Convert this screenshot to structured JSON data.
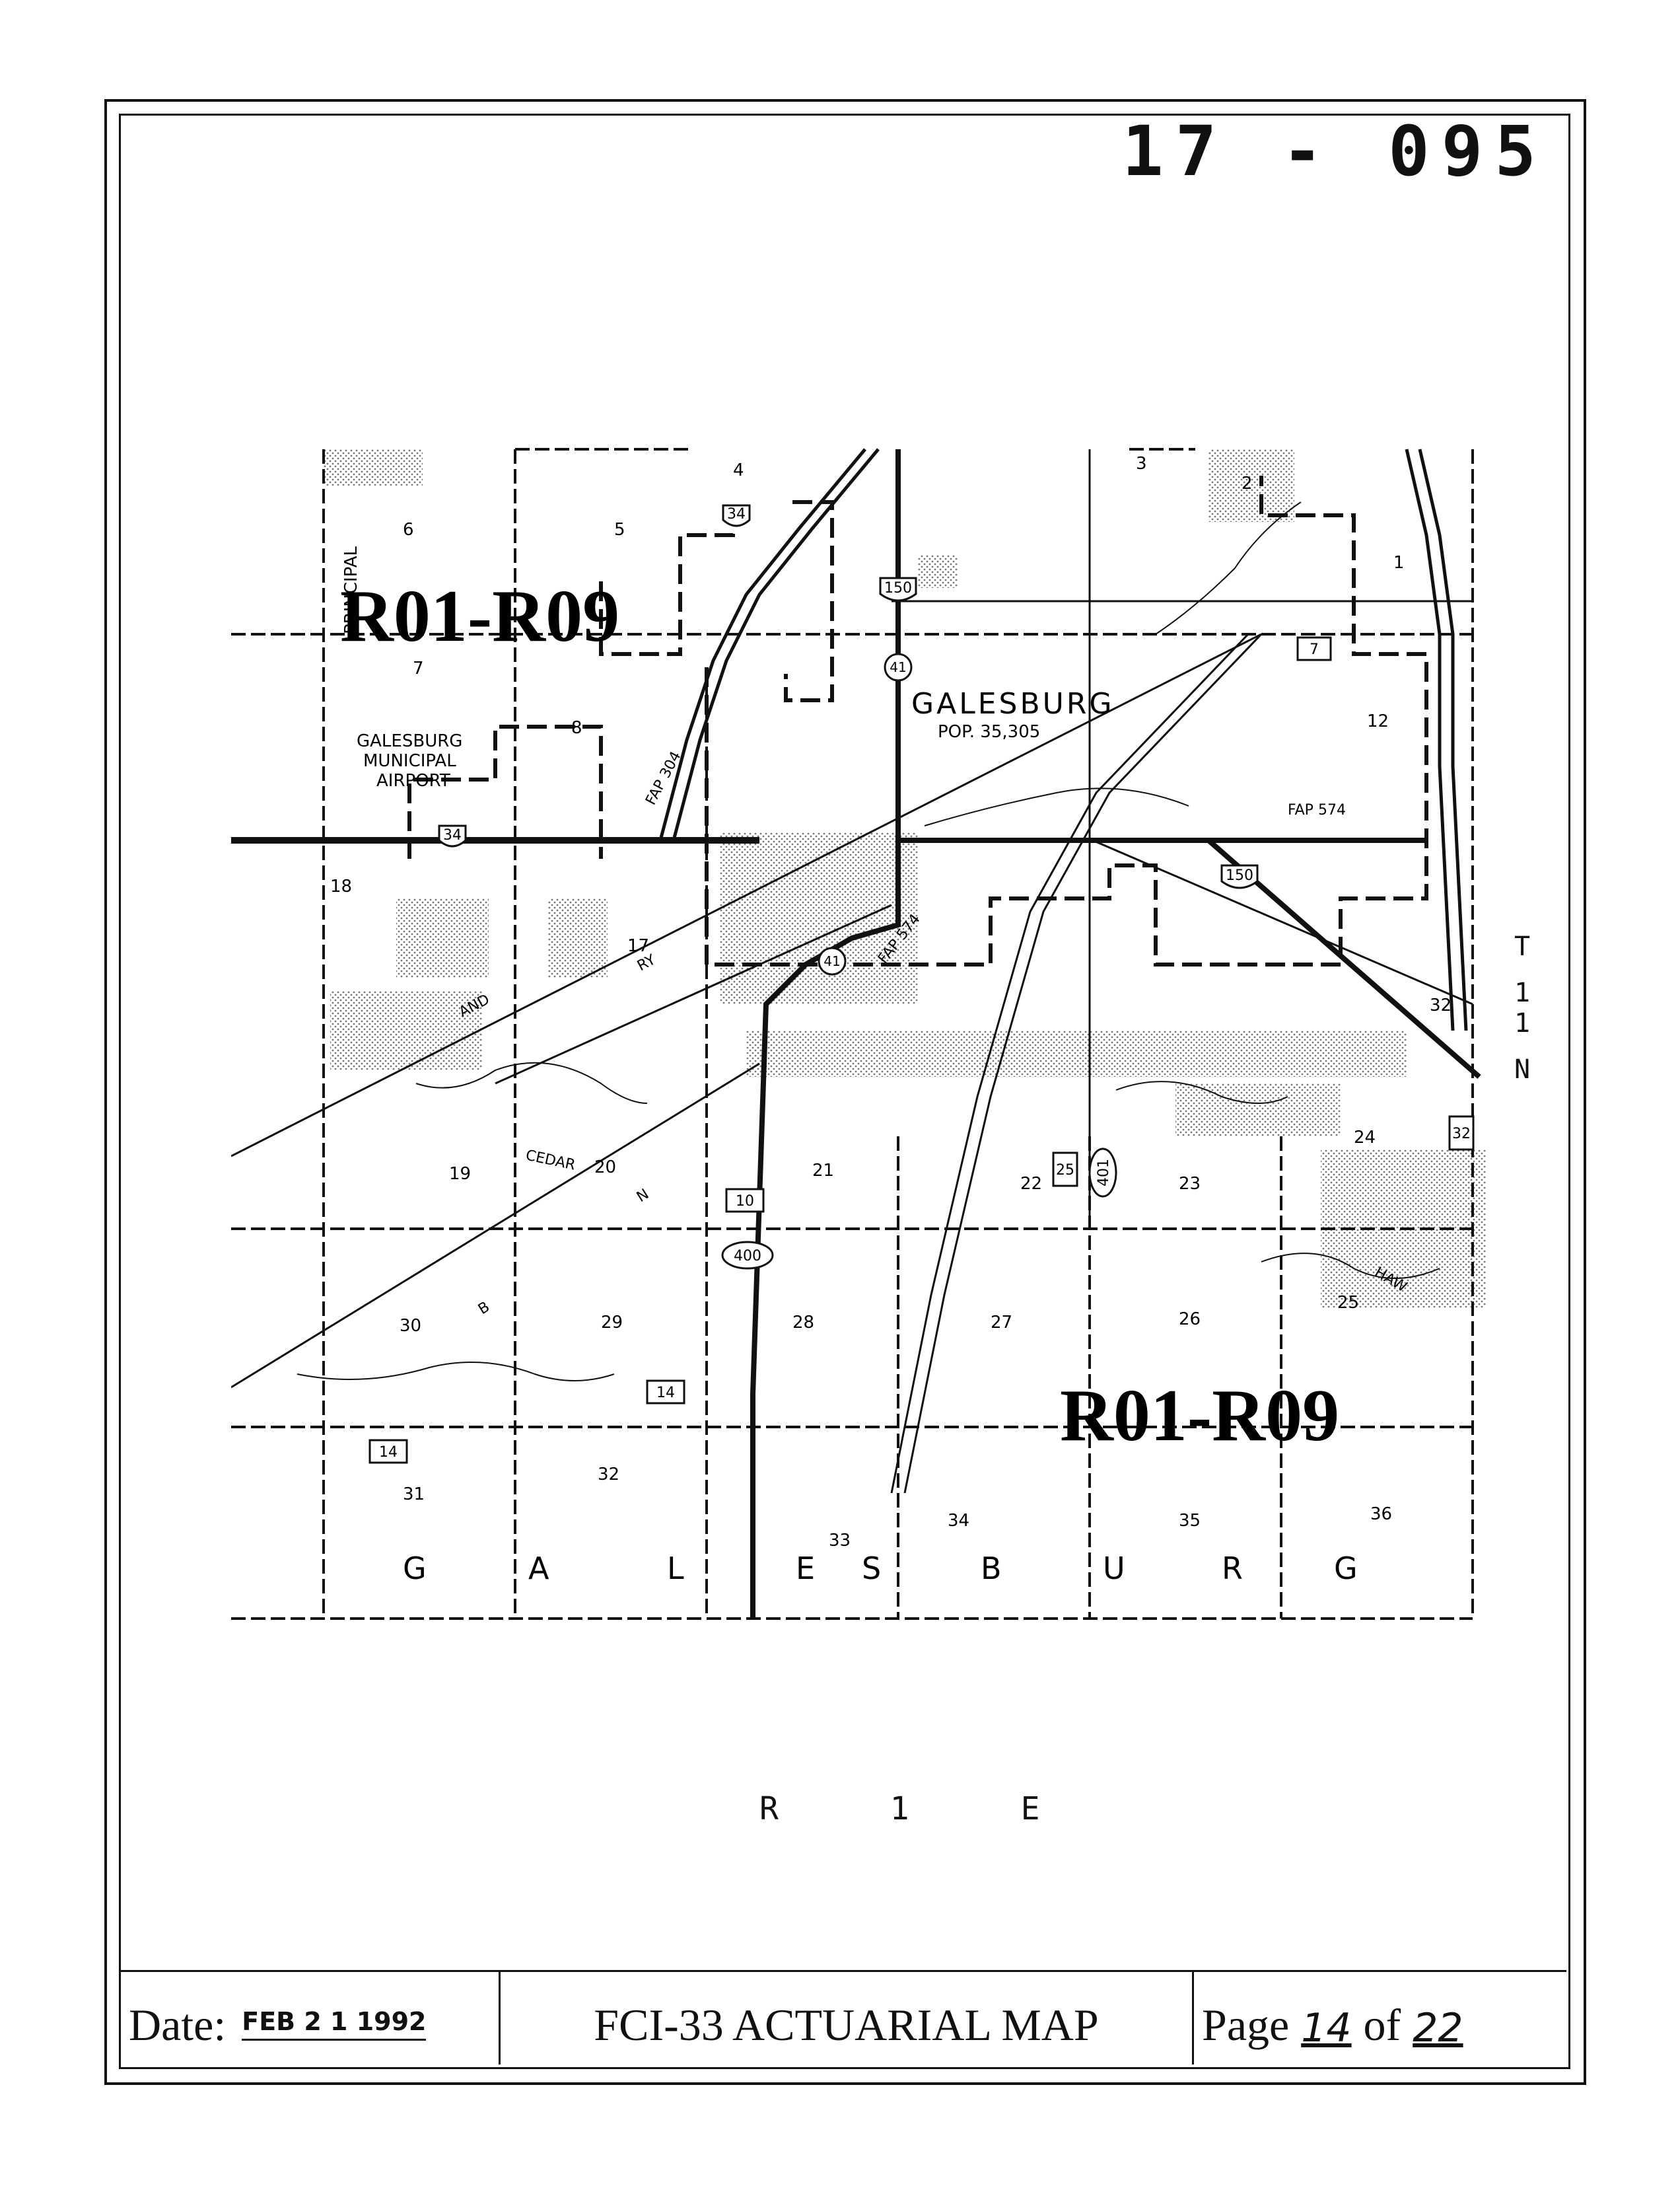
{
  "document": {
    "map_number": "17 - 095",
    "range_label": "R 1 E",
    "township": [
      "T",
      "1 1",
      "N"
    ]
  },
  "map": {
    "zone_labels": [
      "R01-R09",
      "R01-R09"
    ],
    "city_name": "GALESBURG",
    "city_pop": "POP. 35,305",
    "airport": [
      "GALESBURG",
      "MUNICIPAL",
      "AIRPORT"
    ],
    "principal": "PRINCIPAL",
    "township_letters": [
      "G",
      "A",
      "L",
      "E",
      "S",
      "B",
      "U",
      "R",
      "G"
    ],
    "sections": [
      "1",
      "2",
      "3",
      "4",
      "5",
      "6",
      "7",
      "8",
      "12",
      "17",
      "18",
      "19",
      "20",
      "21",
      "22",
      "23",
      "24",
      "25",
      "26",
      "27",
      "28",
      "29",
      "30",
      "31",
      "32",
      "32",
      "33",
      "34",
      "35",
      "36"
    ],
    "route_shields": {
      "us": [
        "34",
        "34",
        "150",
        "150"
      ],
      "state_circles": [
        "41",
        "41"
      ],
      "state_boxes": [
        "7",
        "10",
        "14",
        "14",
        "25",
        "32"
      ],
      "ovals": [
        "400",
        "401"
      ]
    },
    "road_labels": [
      "FAP 304",
      "FAP 574",
      "FAP 574"
    ],
    "rail_labels": [
      "RY",
      "AND",
      "B",
      "N"
    ],
    "creek_labels": [
      "CEDAR",
      "HAW"
    ]
  },
  "footer": {
    "date_label": "Date:",
    "date_value": "FEB 2 1 1992",
    "title": "FCI-33 ACTUARIAL MAP",
    "page_prefix": "Page",
    "page_current": "14",
    "page_of": "of",
    "page_total": "22"
  }
}
